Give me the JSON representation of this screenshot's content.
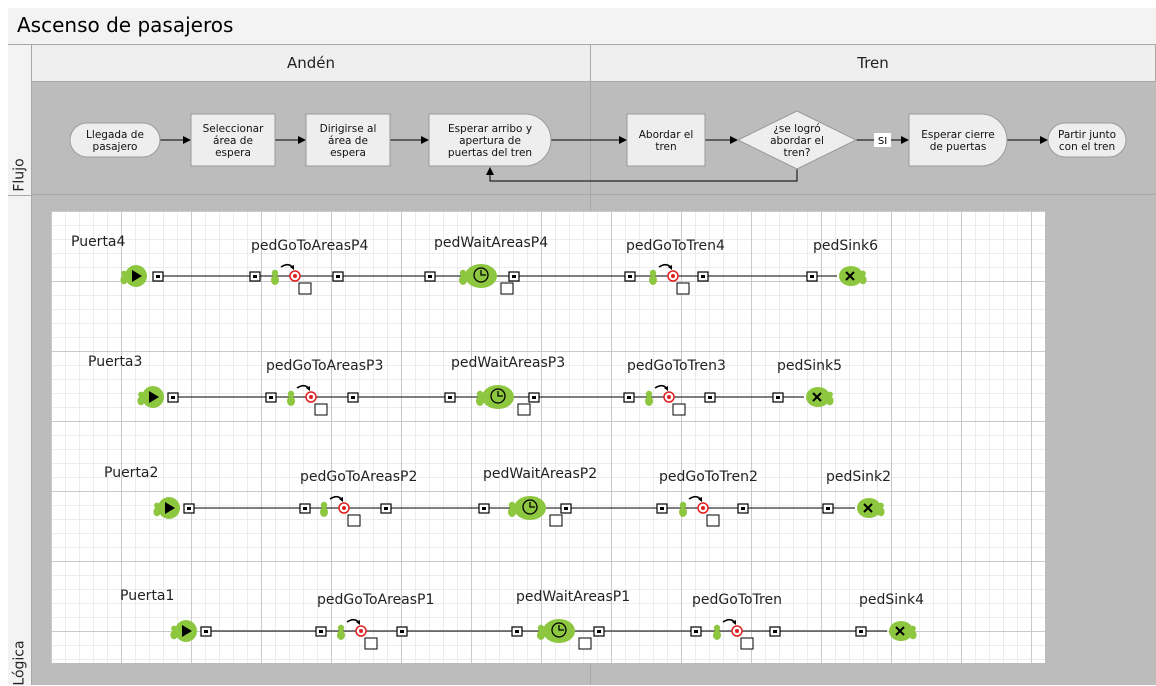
{
  "title": "Ascenso de pasajeros",
  "lanes": [
    "Andén",
    "Tren"
  ],
  "rows": [
    "Flujo",
    "Lógica"
  ],
  "flow": {
    "nodes": [
      {
        "id": "n1",
        "shape": "terminal",
        "lines": [
          "Llegada de",
          "pasajero"
        ]
      },
      {
        "id": "n2",
        "shape": "process",
        "lines": [
          "Seleccionar",
          "área de",
          "espera"
        ]
      },
      {
        "id": "n3",
        "shape": "process",
        "lines": [
          "Dirigirse al",
          "área de",
          "espera"
        ]
      },
      {
        "id": "n4",
        "shape": "delay",
        "lines": [
          "Esperar arribo y",
          "apertura de",
          "puertas del tren"
        ]
      },
      {
        "id": "n5",
        "shape": "process",
        "lines": [
          "Abordar el",
          "tren"
        ]
      },
      {
        "id": "n6",
        "shape": "decision",
        "lines": [
          "¿se logró",
          "abordar el",
          "tren?"
        ]
      },
      {
        "id": "n7",
        "shape": "delay",
        "lines": [
          "Esperar cierre",
          "de puertas"
        ]
      },
      {
        "id": "n8",
        "shape": "terminal",
        "lines": [
          "Partir junto",
          "con el tren"
        ]
      }
    ],
    "decision_yes_label": "SI"
  },
  "logic": {
    "rows": [
      {
        "source": "Puerta4",
        "goto": "pedGoToAreasP4",
        "wait": "pedWaitAreasP4",
        "goto2": "pedGoToTren4",
        "sink": "pedSink6"
      },
      {
        "source": "Puerta3",
        "goto": "pedGoToAreasP3",
        "wait": "pedWaitAreasP3",
        "goto2": "pedGoToTren3",
        "sink": "pedSink5"
      },
      {
        "source": "Puerta2",
        "goto": "pedGoToAreasP2",
        "wait": "pedWaitAreasP2",
        "goto2": "pedGoToTren2",
        "sink": "pedSink2"
      },
      {
        "source": "Puerta1",
        "goto": "pedGoToAreasP1",
        "wait": "pedWaitAreasP1",
        "goto2": "pedGoToTren",
        "sink": "pedSink4"
      }
    ]
  },
  "colors": {
    "node_fill": "#eeeeee",
    "node_stroke": "#9a9a9a",
    "pedestrian_green": "#8dc63f",
    "target_red": "#e02020"
  }
}
